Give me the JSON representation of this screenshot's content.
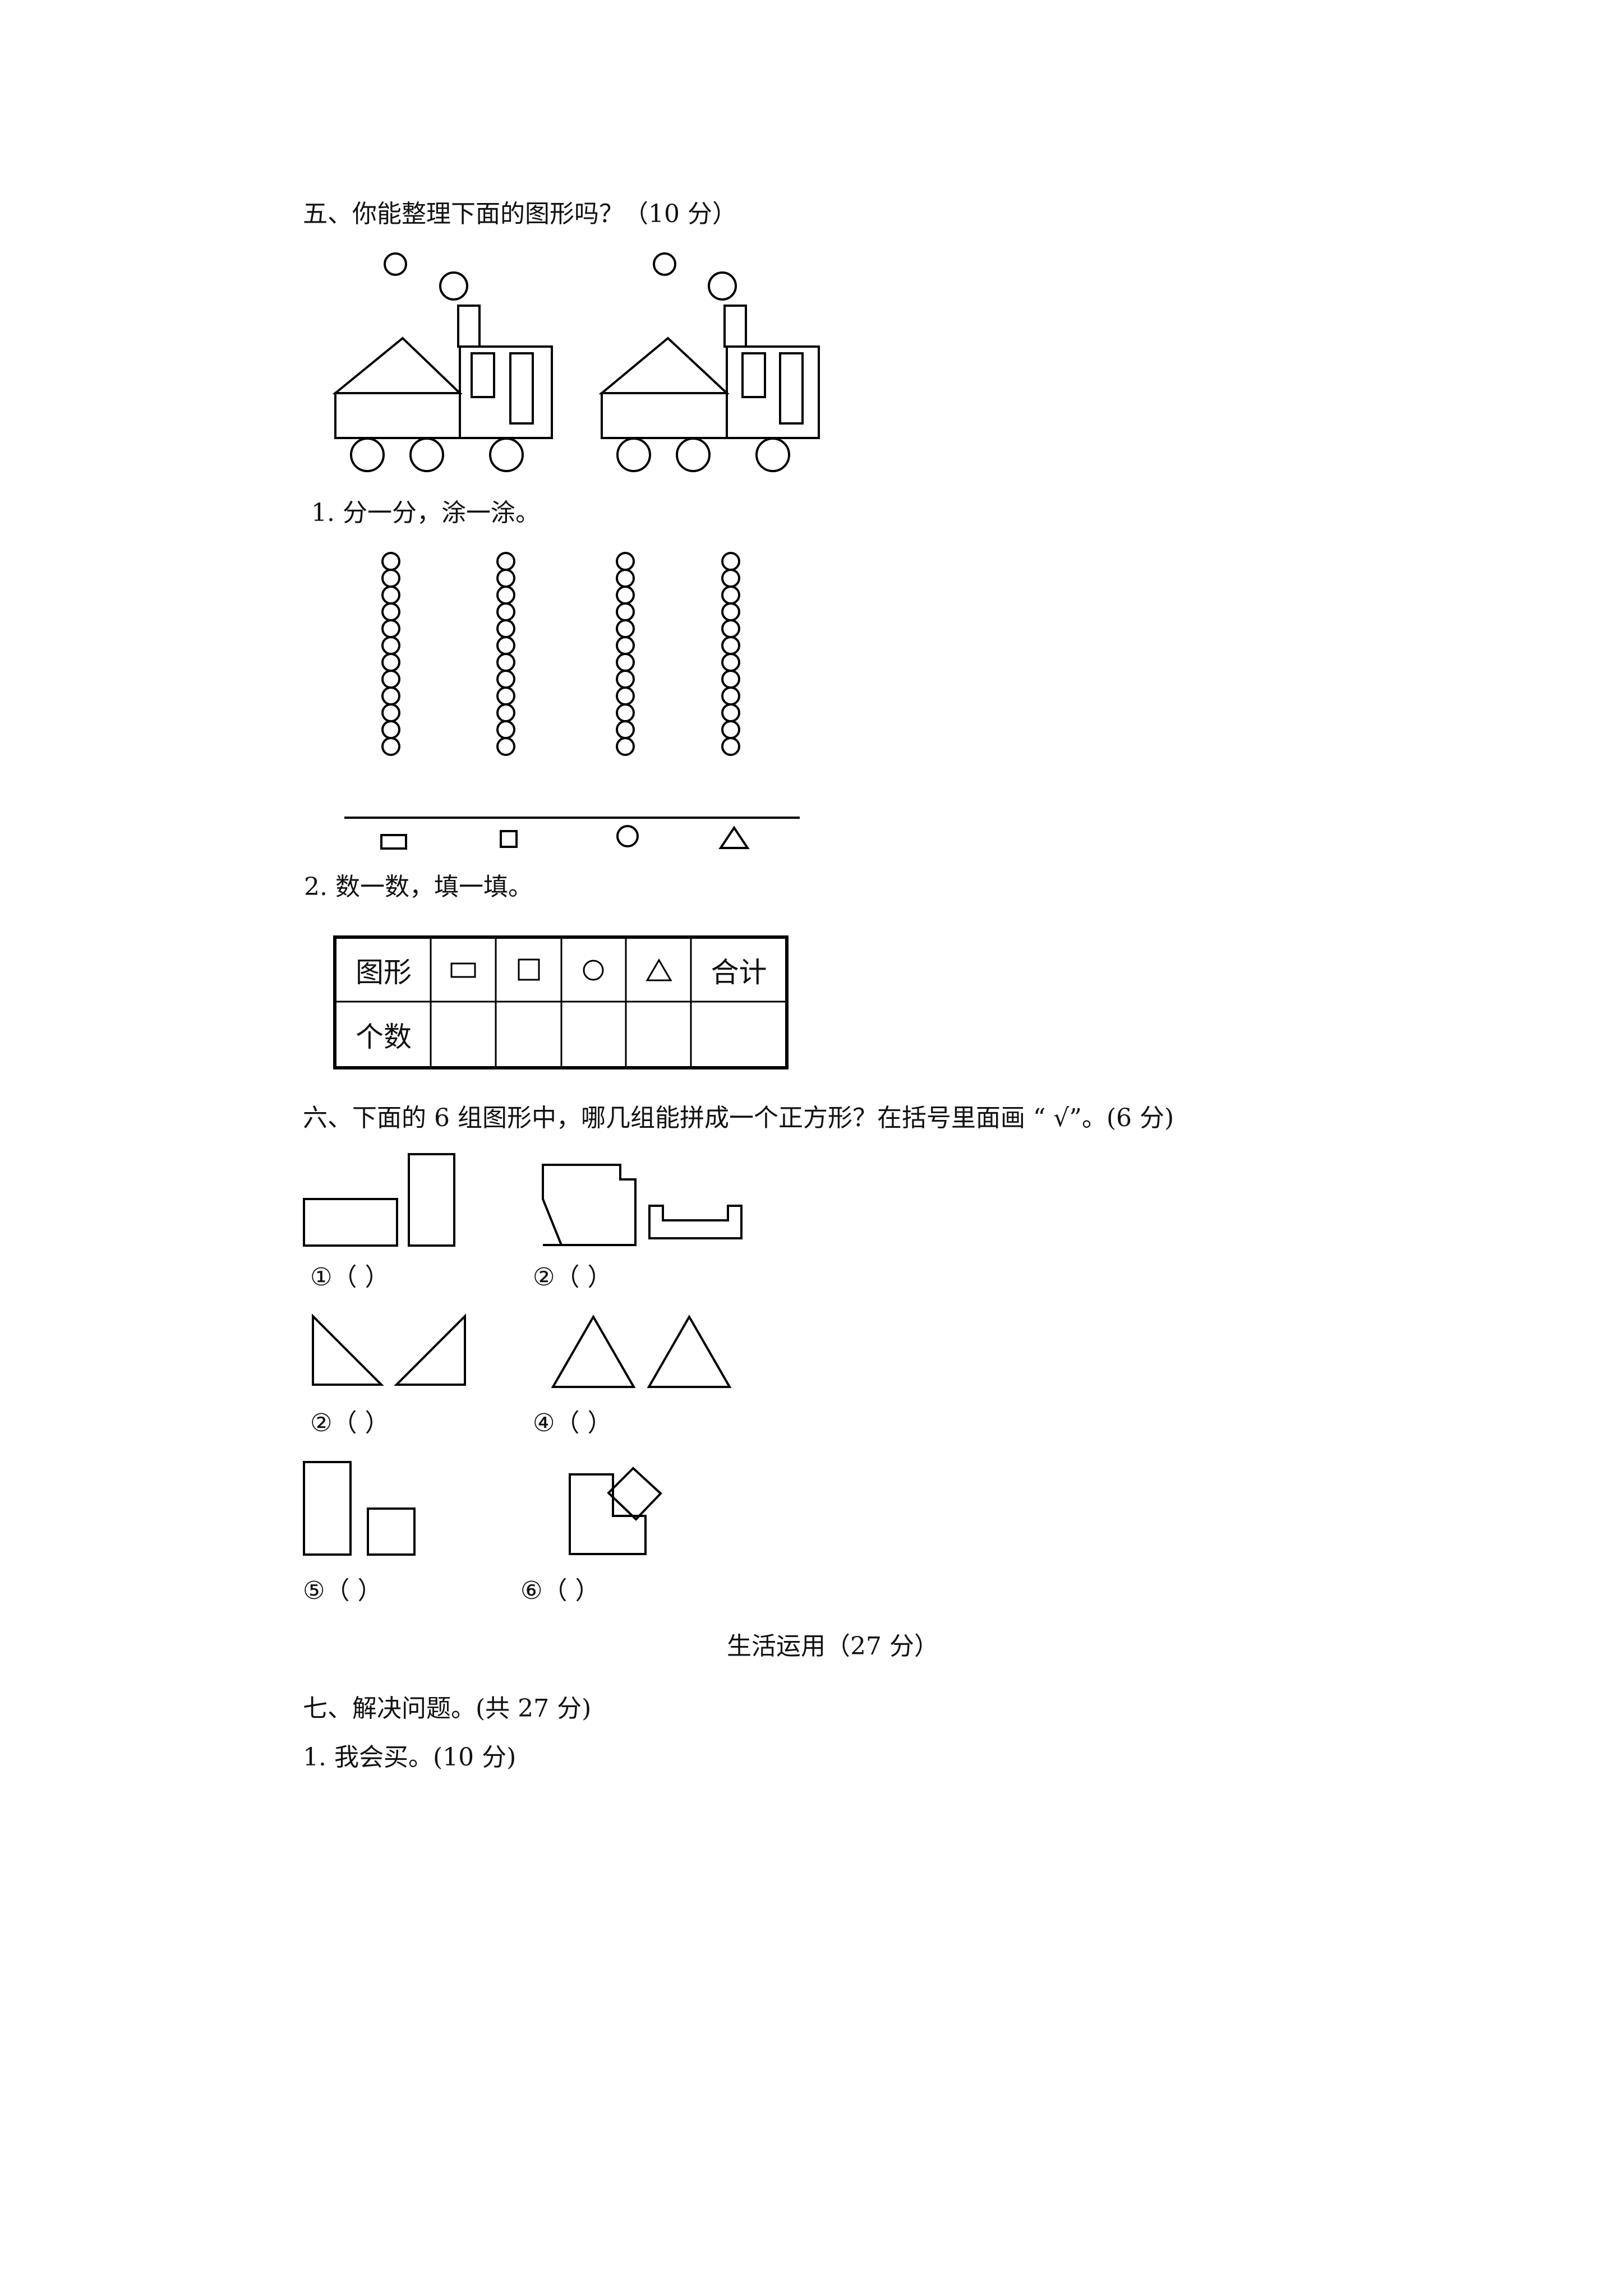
{
  "section5": {
    "title": "五、你能整理下面的图形吗？（10 分）",
    "q1": "1. 分一分，涂一涂。",
    "q2": "2. 数一数，填一填。",
    "table": {
      "header_label": "图形",
      "row_label": "个数",
      "total_label": "合计",
      "shape_icons": [
        "rectangle-icon",
        "square-icon",
        "circle-icon",
        "triangle-icon"
      ]
    }
  },
  "section6": {
    "title": "六、下面的 6 组图形中，哪几组能拼成一个正方形？在括号里面画  “ √”。(6 分)",
    "options": [
      {
        "num": "①",
        "paren": "（     ）"
      },
      {
        "num": "②",
        "paren": "（     ）"
      },
      {
        "num": "②",
        "paren": "（     ）"
      },
      {
        "num": "④",
        "paren": "（     ）"
      },
      {
        "num": "⑤",
        "paren": "（     ）"
      },
      {
        "num": "⑥",
        "paren": "（     ）"
      }
    ]
  },
  "part_heading": "生活运用（27 分）",
  "section7": {
    "title": "七、解决问题。(共 27 分)",
    "q1": "1. 我会买。(10 分)"
  }
}
